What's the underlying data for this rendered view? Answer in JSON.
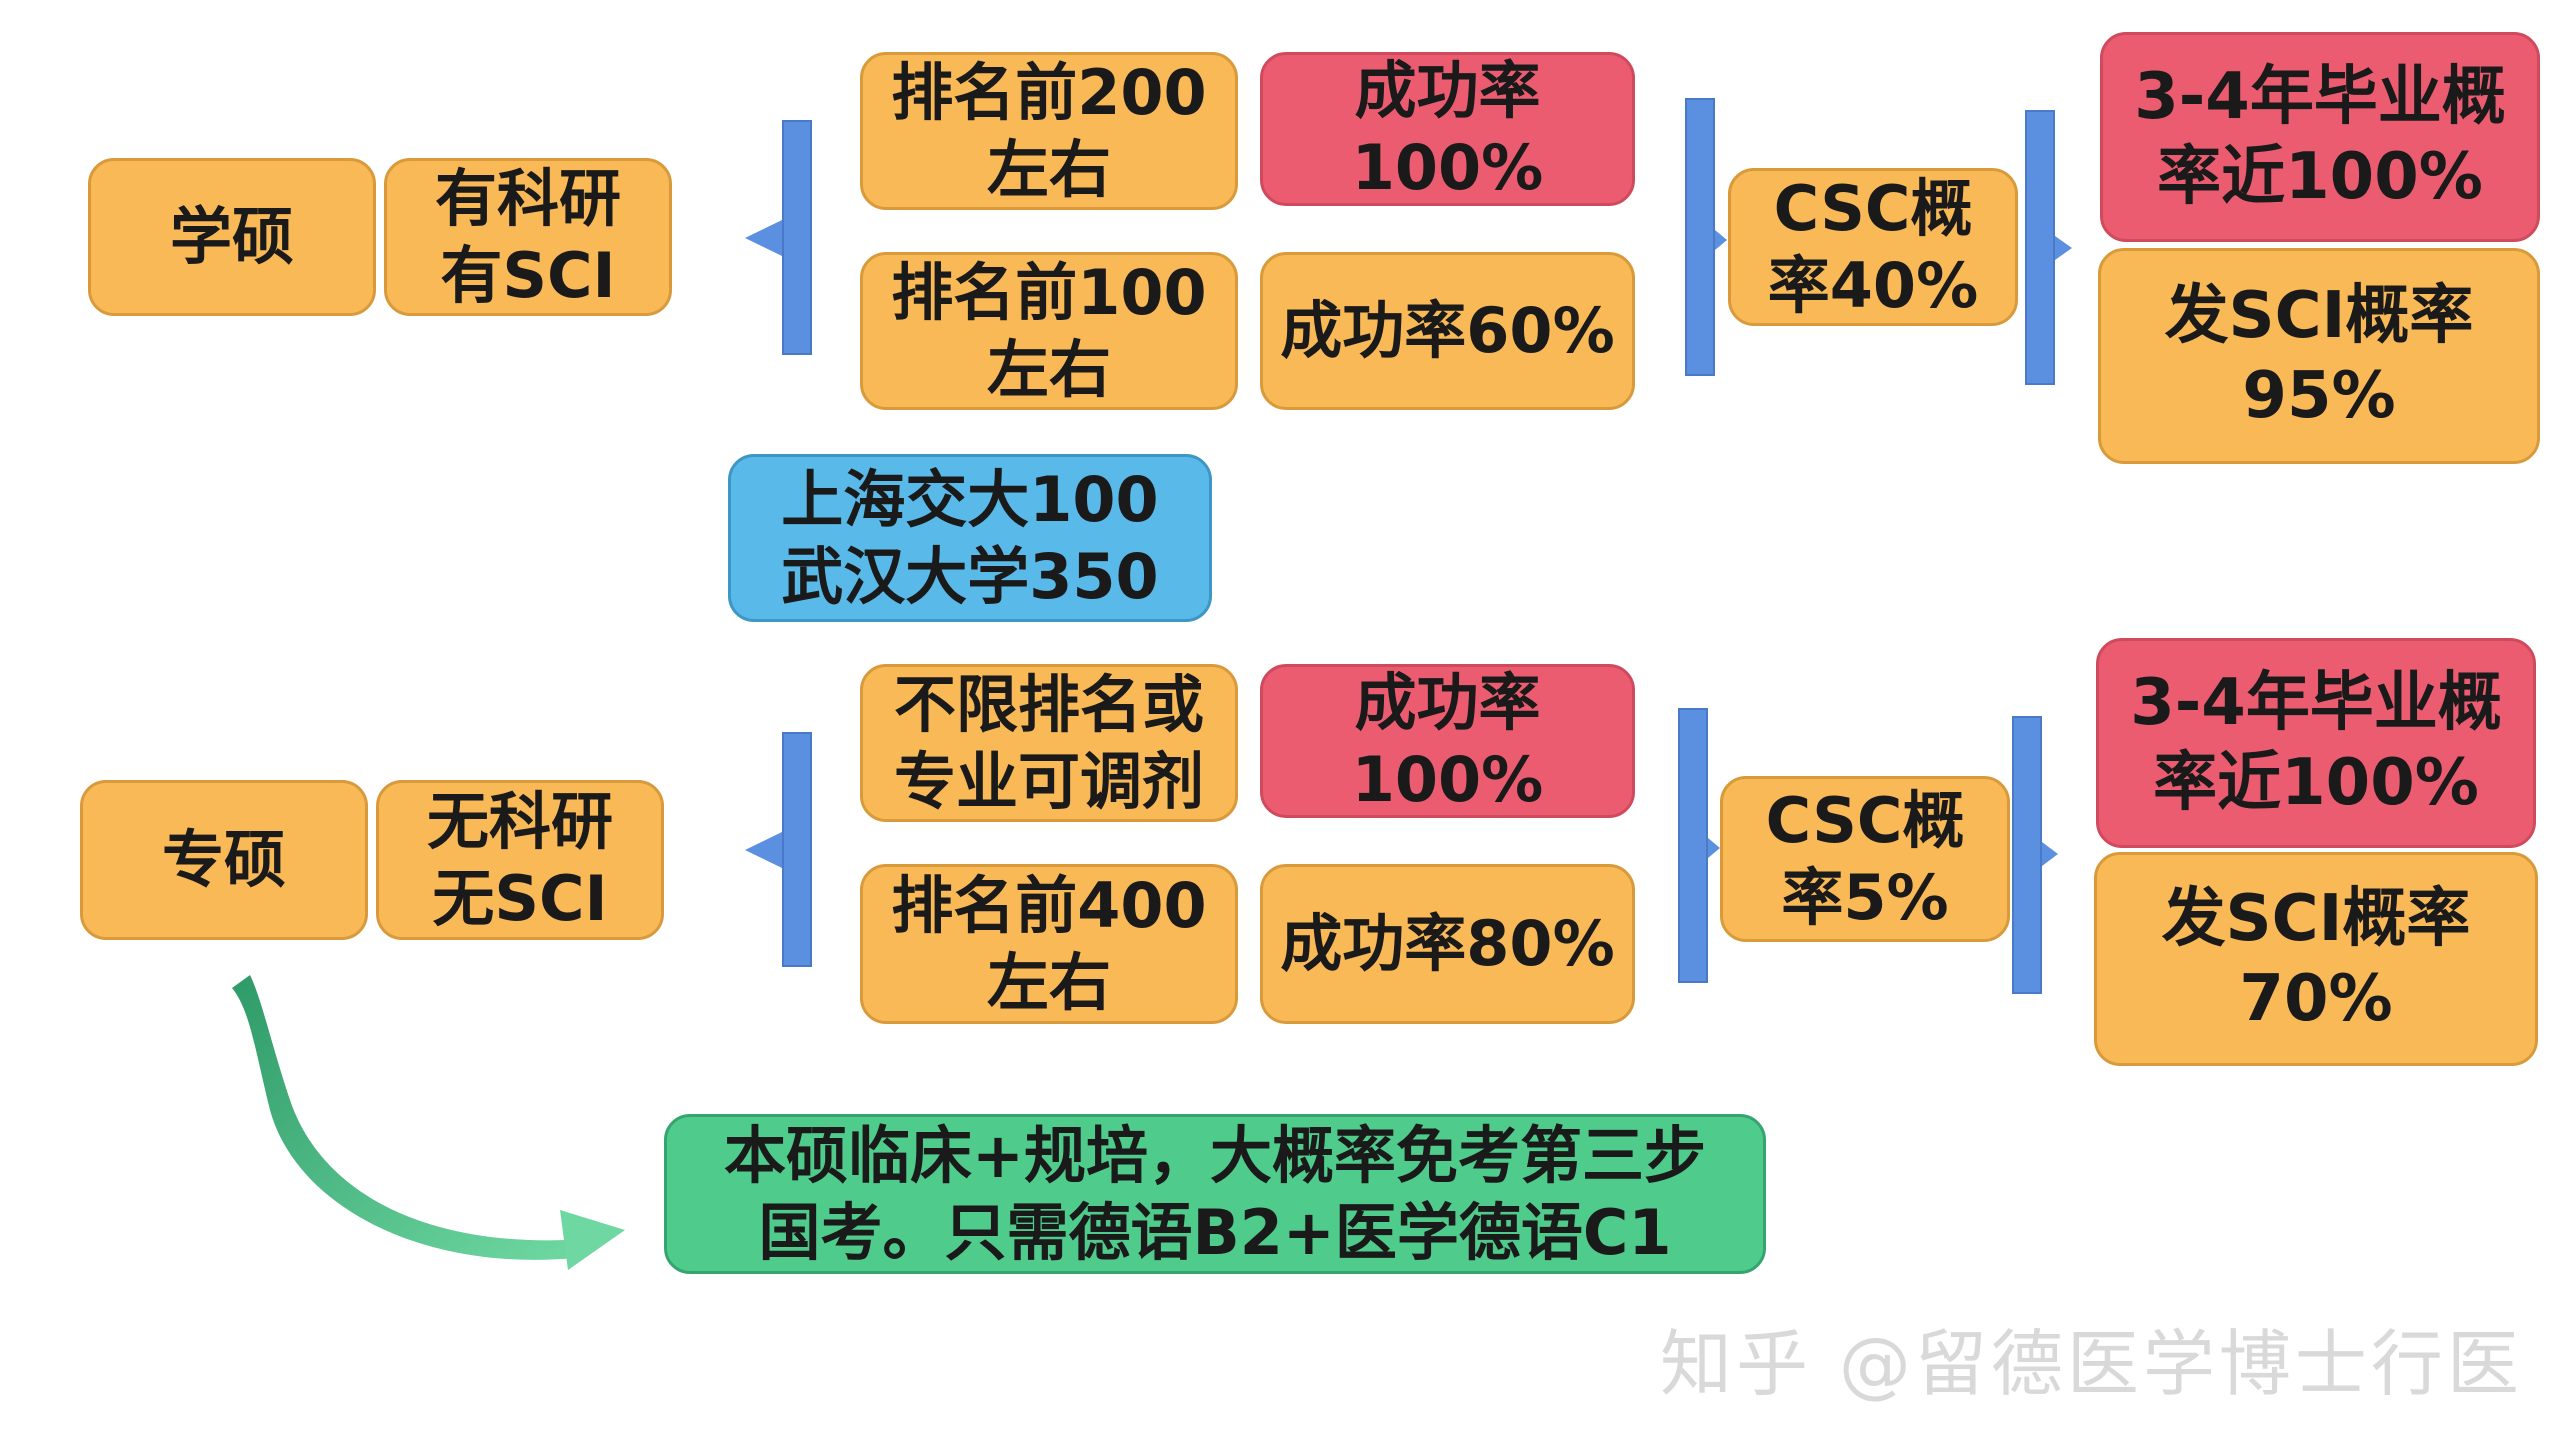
{
  "top": {
    "degree": "学硕",
    "condition": "有科研\n有SCI",
    "opt1_rank": "排名前200\n左右",
    "opt1_rate": "成功率\n100%",
    "opt2_rank": "排名前100\n左右",
    "opt2_rate": "成功率60%",
    "csc": "CSC概\n率40%",
    "grad": "3-4年毕业概\n率近100%",
    "sci": "发SCI概率\n95%"
  },
  "middle_note": "上海交大100\n武汉大学350",
  "bottom": {
    "degree": "专硕",
    "condition": "无科研\n无SCI",
    "opt1_rank": "不限排名或\n专业可调剂",
    "opt1_rate": "成功率\n100%",
    "opt2_rank": "排名前400\n左右",
    "opt2_rate": "成功率80%",
    "csc": "CSC概\n率5%",
    "grad": "3-4年毕业概\n率近100%",
    "sci": "发SCI概率\n70%"
  },
  "footer_note": "本硕临床+规培，大概率免考第三步\n国考。只需德语B2+医学德语C1",
  "watermark": "知乎 @留德医学博士行医",
  "colors": {
    "orange": "#F9B957",
    "red": "#EC5C70",
    "blue": "#59B9E9",
    "green": "#4FCB8C",
    "connector": "#5B8FE0",
    "curve_arrow": "#3DAA72"
  }
}
